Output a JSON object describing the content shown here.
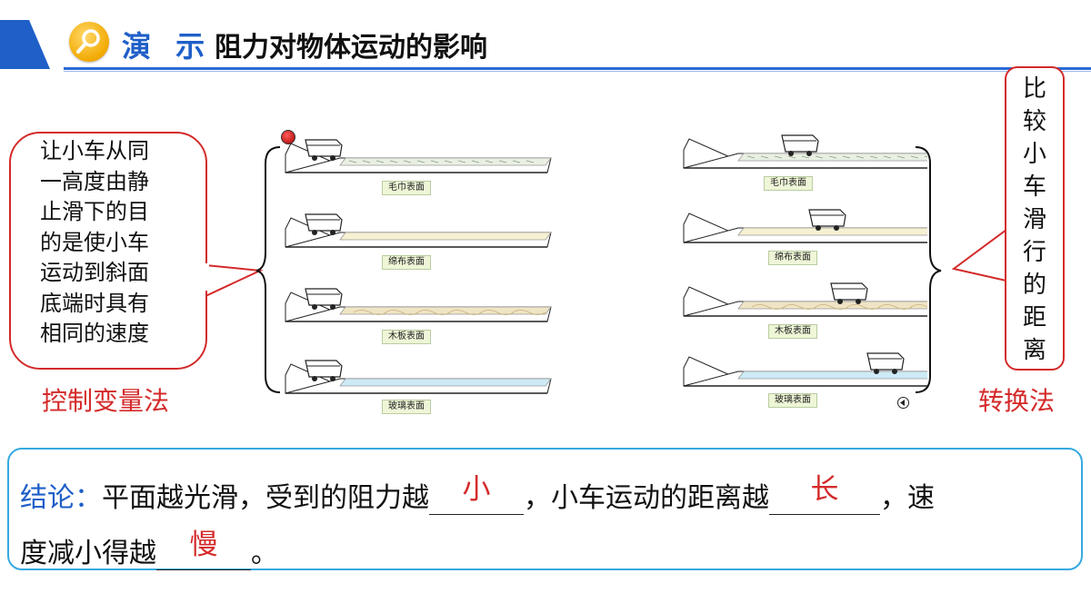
{
  "header": {
    "tag": "演 示",
    "title": "阻力对物体运动的影响"
  },
  "left_note": "让小车从同一高度由静止滑下的目的是使小车运动到斜面底端时具有相同的速度",
  "left_note_lines": [
    "让小车从同",
    "一高度由静",
    "止滑下的目",
    "的是使小车",
    "运动到斜面",
    "底端时具有",
    "相同的速度"
  ],
  "left_method": "控制变量法",
  "right_note_chars": [
    "比",
    "较",
    "小",
    "车",
    "滑",
    "行",
    "的",
    "距",
    "离"
  ],
  "right_method": "转换法",
  "surfaces": [
    "毛巾表面",
    "绵布表面",
    "木板表面",
    "玻璃表面"
  ],
  "conclusion": {
    "label": "结论：",
    "part1": "平面越光滑，受到的阻力越",
    "answer1": "小",
    "part2": "，小车运动的距离越",
    "answer2": "长",
    "part3": "，速",
    "part4": "度减小得越",
    "answer3": "慢",
    "part5": "。"
  },
  "colors": {
    "accent_blue": "#1f5fc8",
    "answer_red": "#d42a2a",
    "box_blue": "#35a9df"
  }
}
